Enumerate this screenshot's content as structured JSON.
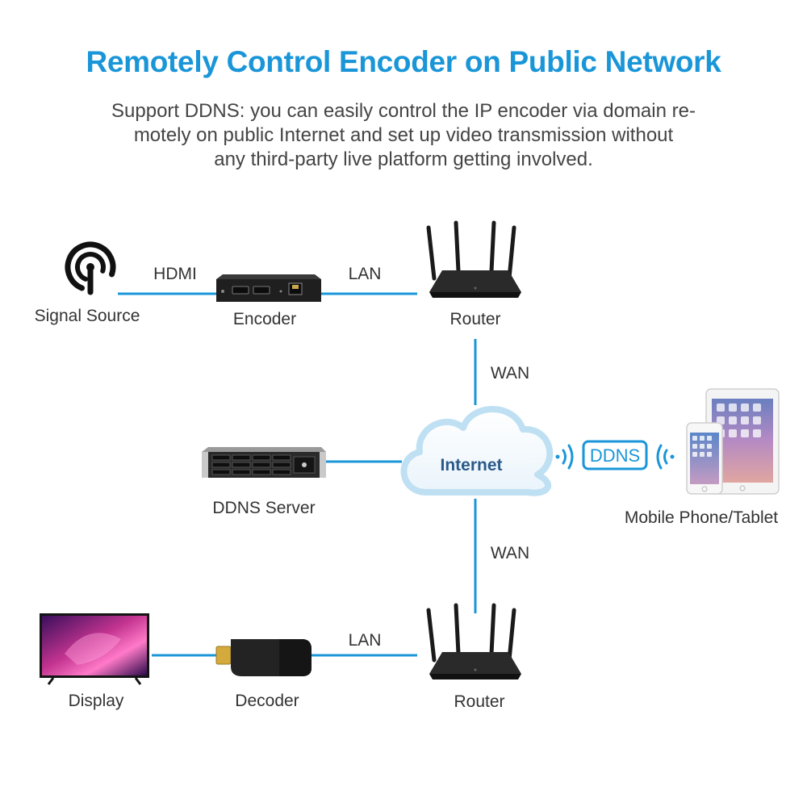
{
  "title": "Remotely Control Encoder on Public Network",
  "subtitle": [
    "Support DDNS: you can easily control the IP encoder via domain re-",
    "motely on public Internet and set up video transmission without",
    "any third-party live platform getting involved."
  ],
  "nodes": {
    "signal_source": "Signal Source",
    "encoder": "Encoder",
    "router_top": "Router",
    "internet": "Internet",
    "ddns_server": "DDNS Server",
    "mobile": "Mobile Phone/Tablet",
    "display": "Display",
    "decoder": "Decoder",
    "router_bottom": "Router"
  },
  "links": {
    "hdmi": "HDMI",
    "lan_top": "LAN",
    "wan_top": "WAN",
    "wan_bottom": "WAN",
    "lan_bottom": "LAN",
    "ddns_badge": "DDNS"
  },
  "colors": {
    "accent": "#1a96d8",
    "line": "#1a96d8",
    "device": "#1e1e1e"
  },
  "icons": [
    "broadcast-icon",
    "encoder-icon",
    "router-icon",
    "cloud-icon",
    "server-icon",
    "phone-icon",
    "tablet-icon",
    "tv-icon",
    "decoder-icon",
    "wifi-signal-icon"
  ]
}
